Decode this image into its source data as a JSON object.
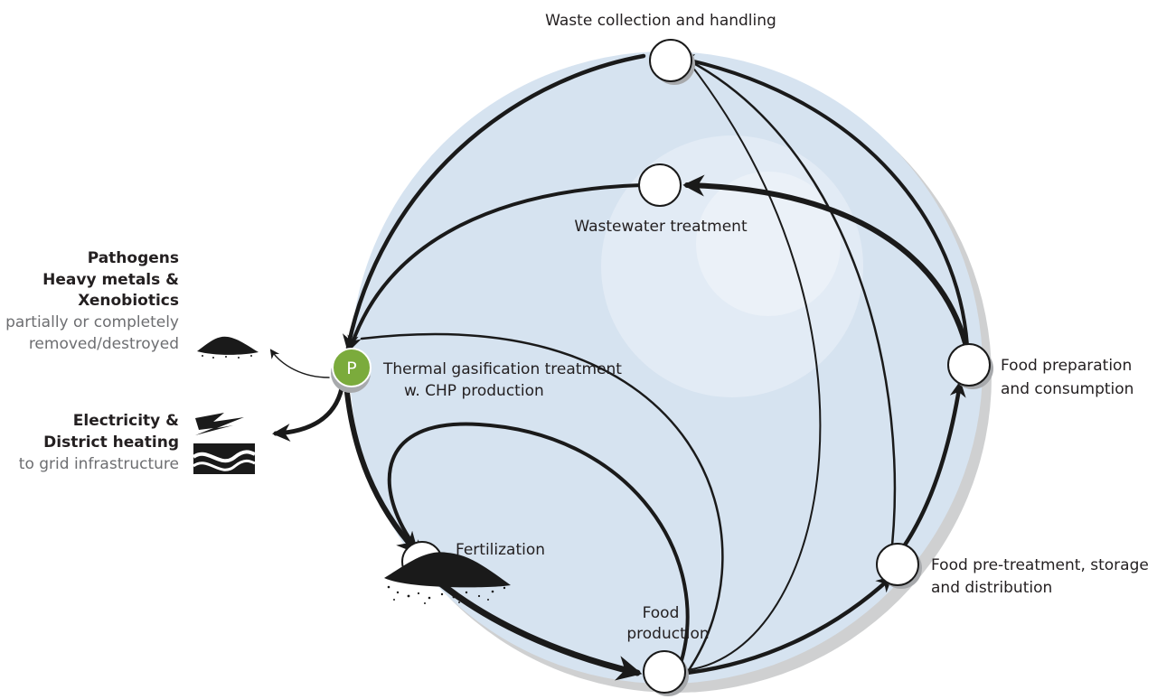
{
  "nodes": {
    "waste_collection": "Waste collection and handling",
    "wastewater_treatment": "Wastewater treatment",
    "thermal_line1": "Thermal gasification treatment",
    "thermal_line2": "w. CHP production",
    "thermal_badge": "P",
    "food_preparation_line1": "Food preparation",
    "food_preparation_line2": "and consumption",
    "food_pretreatment_line1": "Food pre-treatment, storage",
    "food_pretreatment_line2": "and distribution",
    "food_production_line1": "Food",
    "food_production_line2": "production",
    "fertilization": "Fertilization"
  },
  "outputs": {
    "pathogens": {
      "line1": "Pathogens",
      "line2": "Heavy metals &",
      "line3": "Xenobiotics",
      "line4": "partially or completely",
      "line5": "removed/destroyed"
    },
    "energy": {
      "line1": "Electricity &",
      "line2": "District heating",
      "line3": "to grid infrastructure"
    }
  },
  "colors": {
    "circle_fill": "#d6e3f0",
    "badge_green": "#7bab3c",
    "arrow": "#1a1a1a",
    "shadow": "#a7a9ac"
  }
}
